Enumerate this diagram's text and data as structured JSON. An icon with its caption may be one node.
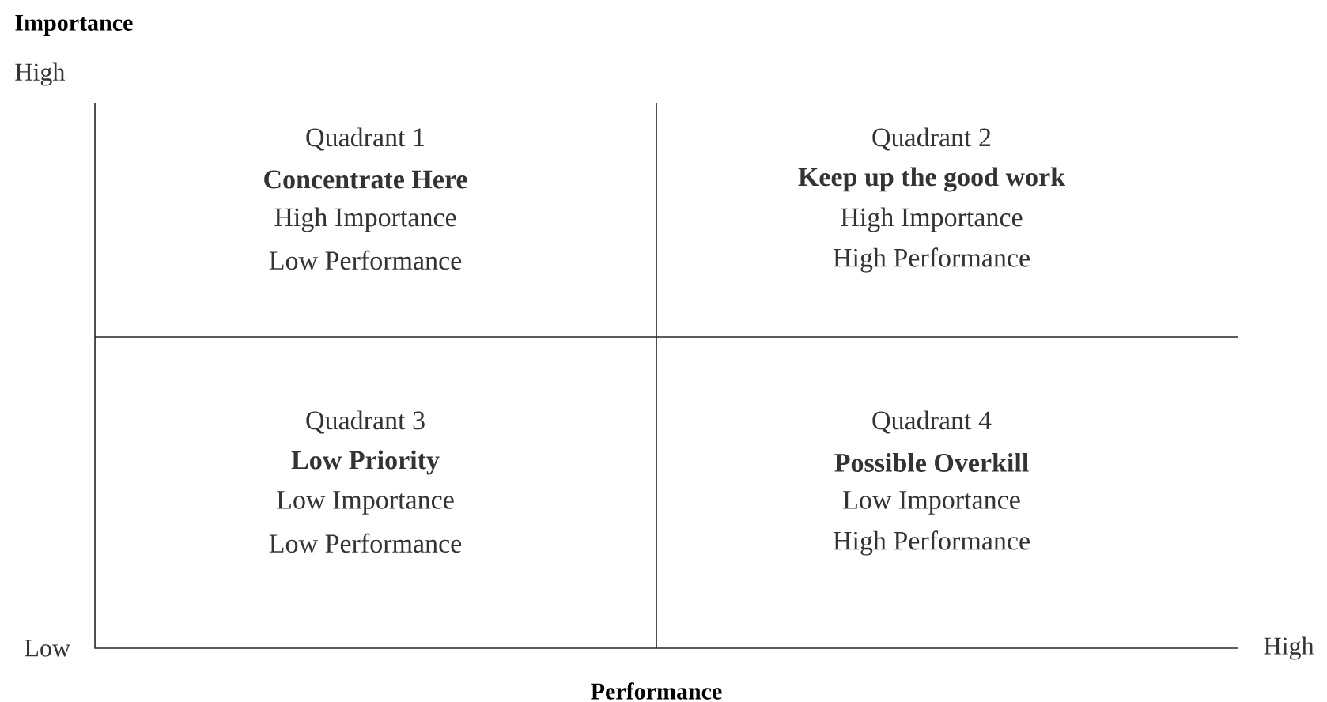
{
  "diagram": {
    "labels": [
      "Importance",
      "High",
      "Quadrant 1",
      "**Concentrate Here**",
      "High Importance",
      "Low Performance",
      "Quadrant 2",
      "**Keep up the good work**",
      "High Importance",
      "High Performance",
      "Quadrant 3",
      "**Low Priority**",
      "Low Importance",
      "Low Performance",
      "Quadrant 4",
      "**Possible Overkill**",
      "Low Importance",
      "High Performance",
      "Low",
      "High",
      "Performance"
    ]
  }
}
